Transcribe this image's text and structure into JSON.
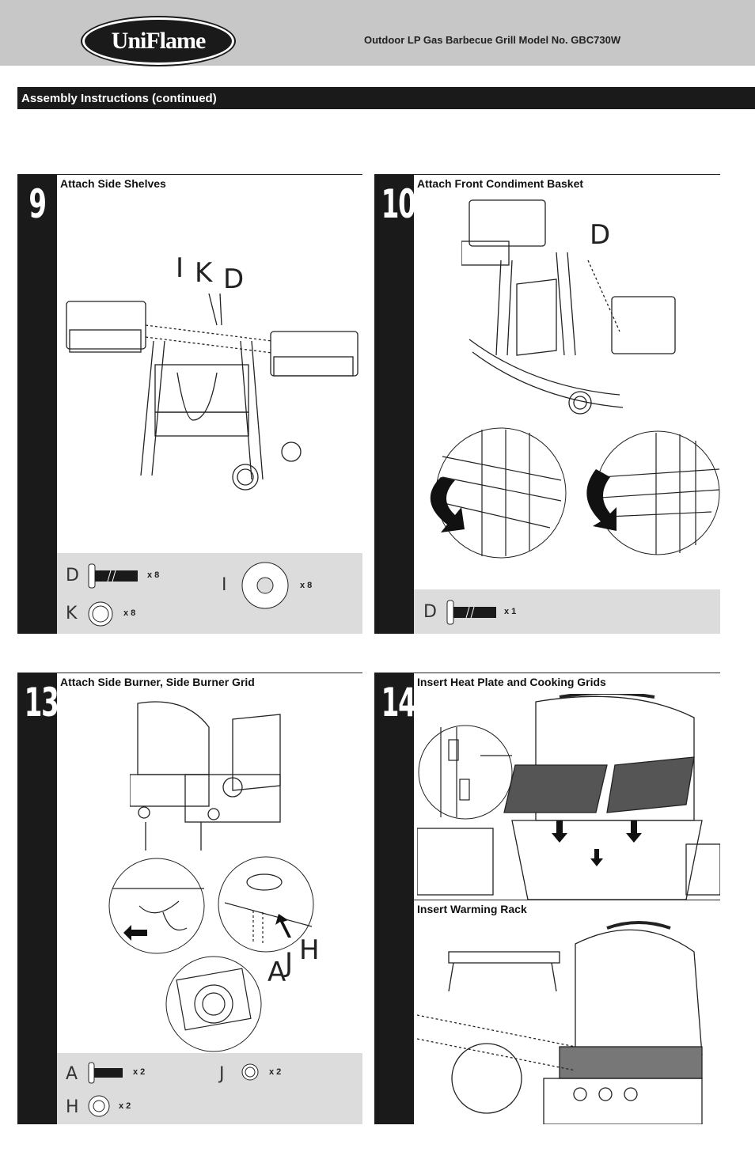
{
  "header": {
    "brand": "UniFlame",
    "model_line": "Outdoor LP Gas Barbecue Grill  Model No. GBC730W"
  },
  "section": {
    "title": "Assembly Instructions (continued)"
  },
  "steps": [
    {
      "number": "9",
      "title": "Attach Side Shelves",
      "callouts": [
        "I",
        "K",
        "D"
      ],
      "parts": [
        {
          "label": "D",
          "qty": "x 8",
          "icon": "bolt-icon"
        },
        {
          "label": "I",
          "qty": "x 8",
          "icon": "washer-large-icon"
        },
        {
          "label": "K",
          "qty": "x 8",
          "icon": "washer-small-icon"
        }
      ]
    },
    {
      "number": "10",
      "title": "Attach Front Condiment Basket",
      "callouts": [
        "D"
      ],
      "parts": [
        {
          "label": "D",
          "qty": "x 1",
          "icon": "bolt-icon"
        }
      ]
    },
    {
      "number": "13",
      "title": "Attach Side Burner, Side Burner Grid",
      "callouts": [
        "A",
        "J",
        "H"
      ],
      "parts": [
        {
          "label": "A",
          "qty": "x 2",
          "icon": "screw-icon"
        },
        {
          "label": "J",
          "qty": "x 2",
          "icon": "lock-washer-icon"
        },
        {
          "label": "H",
          "qty": "x 2",
          "icon": "nut-icon"
        }
      ]
    },
    {
      "number": "14",
      "title": "Insert Heat Plate and Cooking Grids",
      "subtitle": "Insert Warming Rack"
    }
  ]
}
